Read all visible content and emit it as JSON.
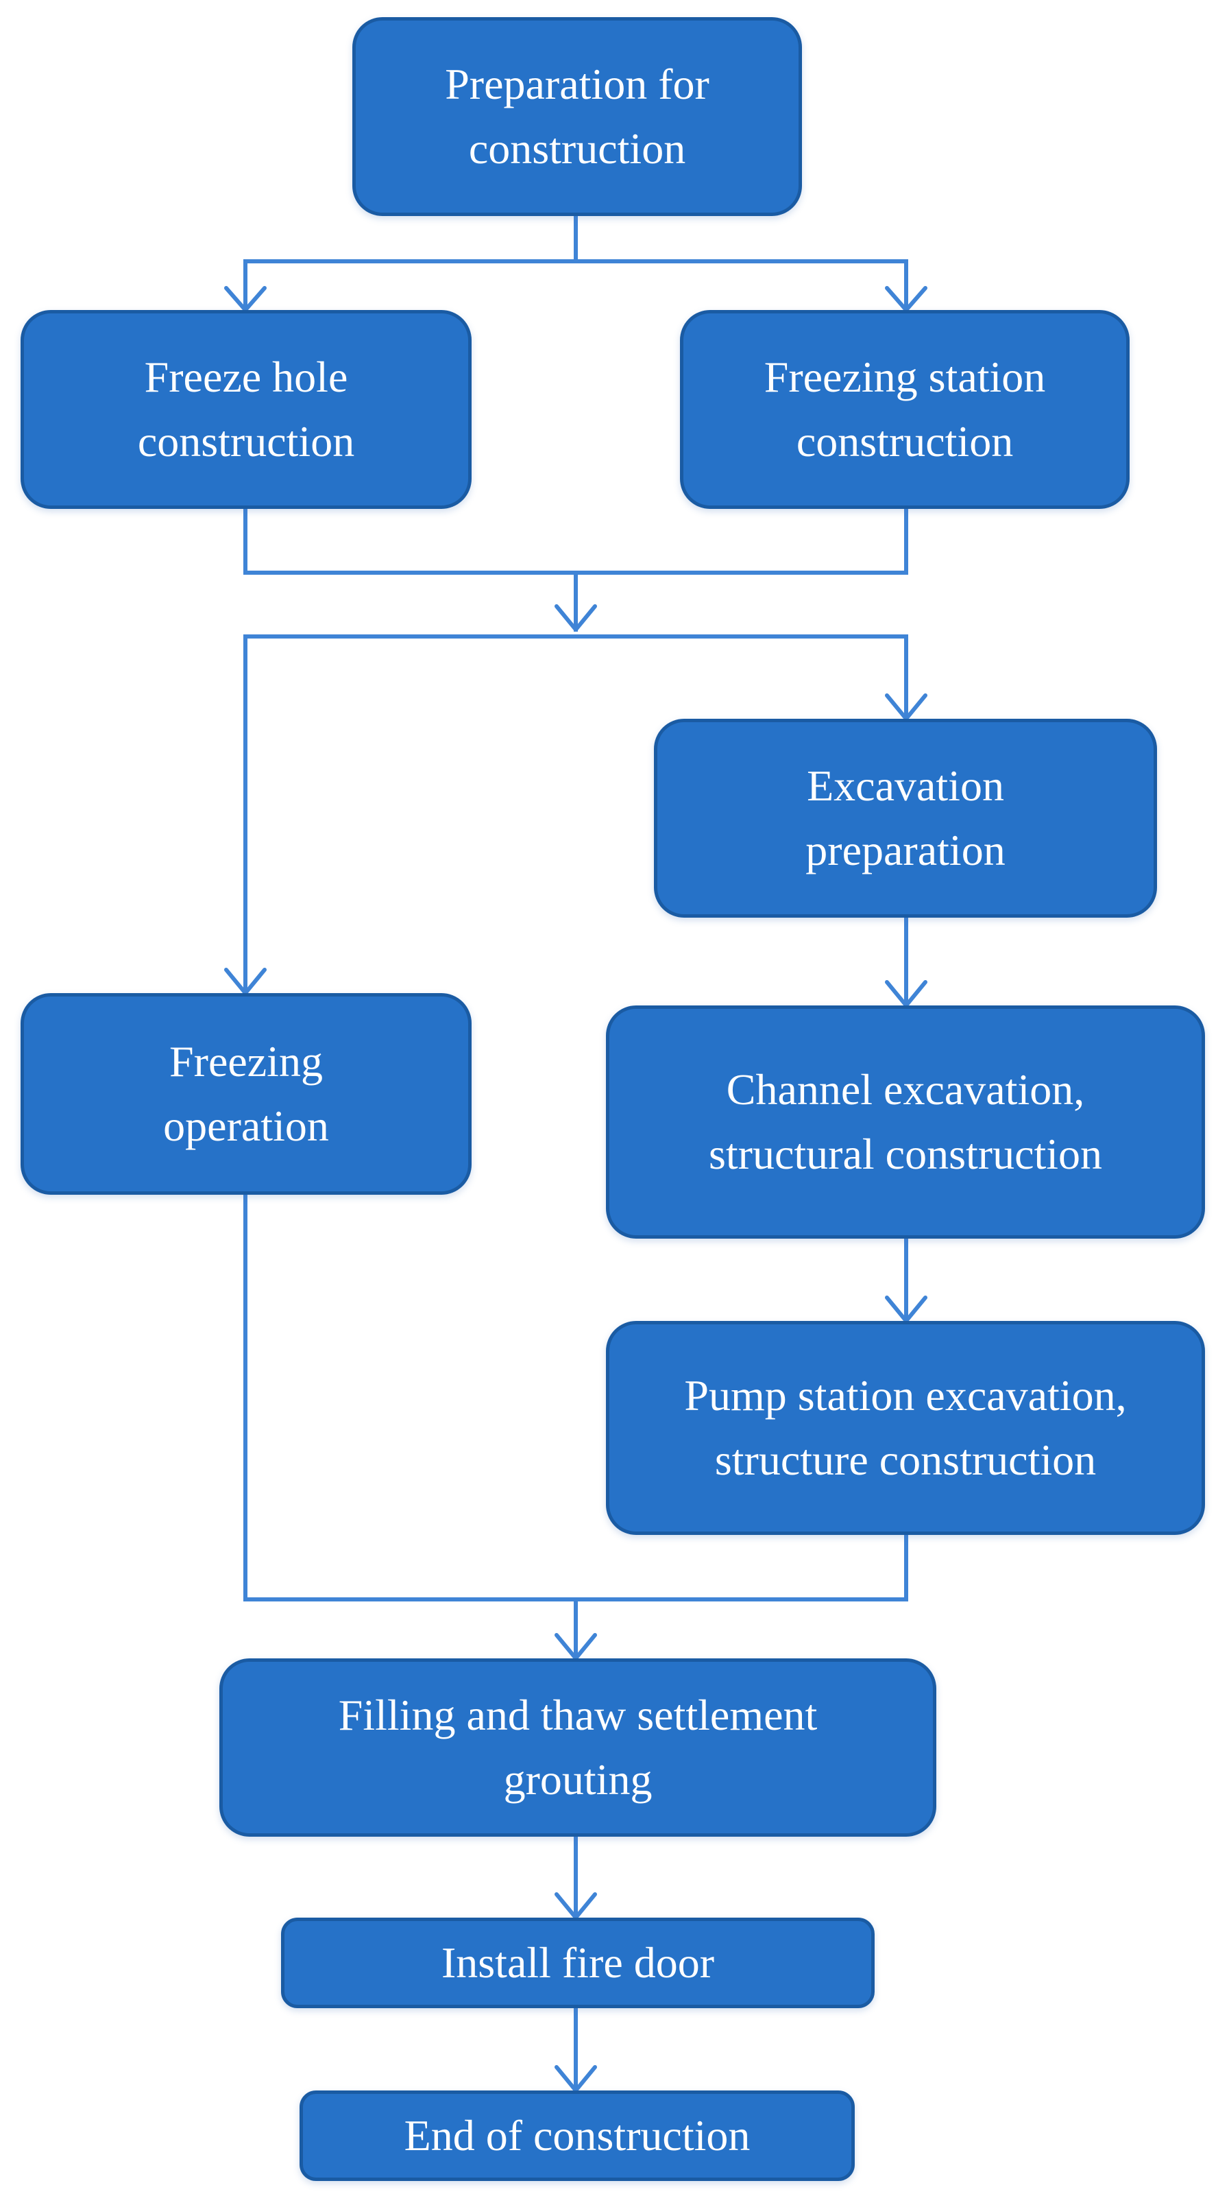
{
  "diagram": {
    "colors": {
      "node_fill": "#2672c8",
      "node_border": "#1a5ba3",
      "node_text": "#ffffff",
      "connector": "#3f84d6"
    },
    "nodes": {
      "preparation": "Preparation for construction",
      "freeze_hole": "Freeze hole construction",
      "freezing_station": "Freezing station construction",
      "excavation_preparation": "Excavation preparation",
      "freezing_operation": "Freezing operation",
      "channel_excavation": "Channel excavation, structural construction",
      "pump_station": "Pump station excavation, structure construction",
      "filling_grouting": "Filling and thaw settlement grouting",
      "install_fire_door": "Install fire door",
      "end_of_construction": "End of construction"
    }
  }
}
